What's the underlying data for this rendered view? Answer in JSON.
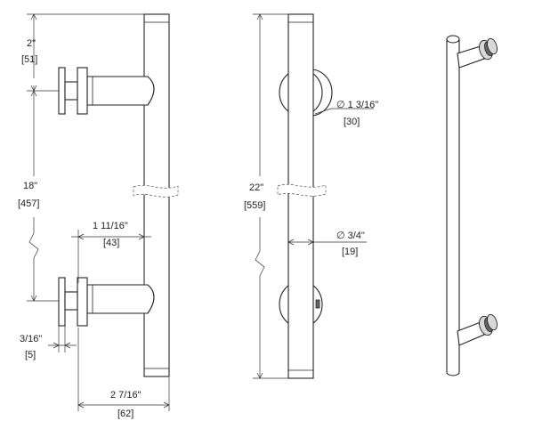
{
  "dimensions": {
    "top_offset_in": "2\"",
    "top_offset_mm": "[51]",
    "center_to_center_in": "18\"",
    "center_to_center_mm": "[457]",
    "standoff_in": "1 11/16\"",
    "standoff_mm": "[43]",
    "base_thickness_in": "3/16\"",
    "base_thickness_mm": "[5]",
    "projection_in": "2 7/16\"",
    "projection_mm": "[62]",
    "overall_length_in": "22\"",
    "overall_length_mm": "[559]",
    "standoff_diameter_in": "∅ 1 3/16\"",
    "standoff_diameter_mm": "[30]",
    "bar_diameter_in": "∅ 3/4\"",
    "bar_diameter_mm": "[19]"
  }
}
